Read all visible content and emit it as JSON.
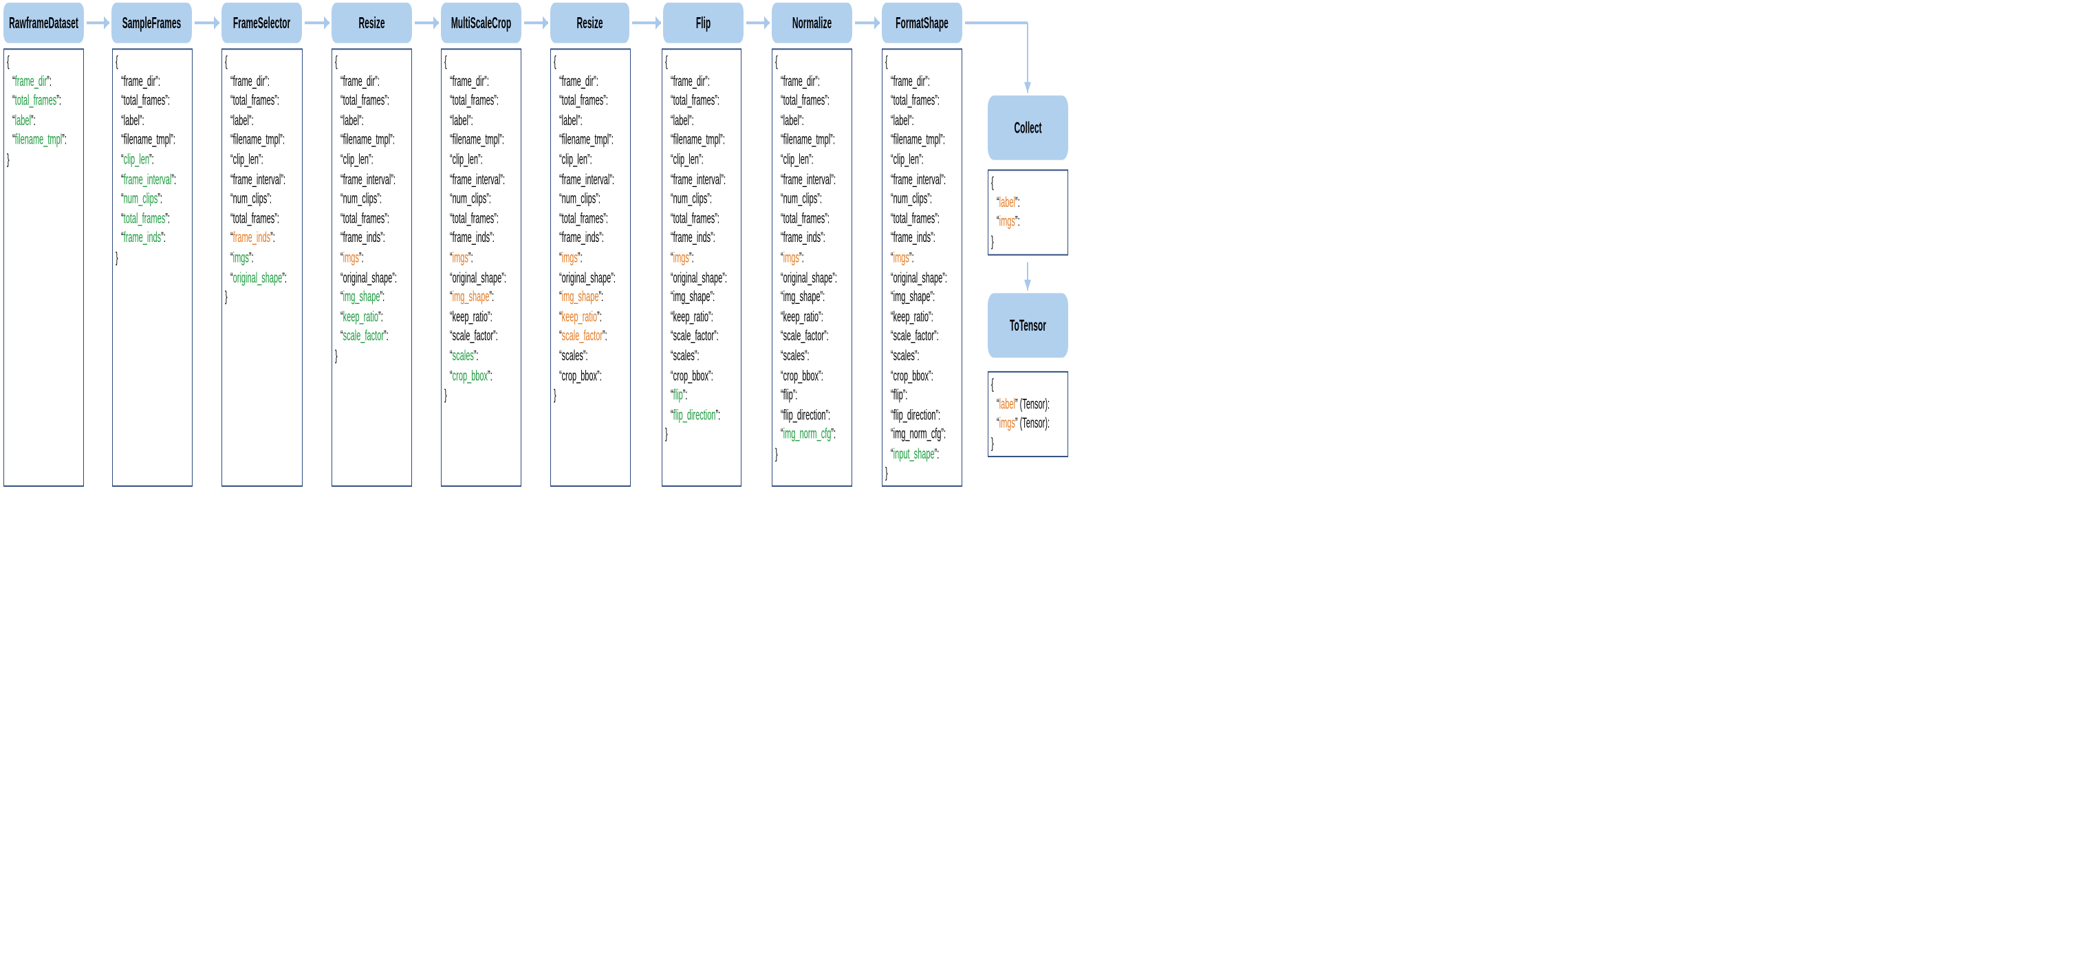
{
  "pipeline": [
    {
      "title": "RawframeDataset",
      "lines": [
        {
          "key": "frame_dir",
          "c": "g"
        },
        {
          "key": "total_frames",
          "c": "g"
        },
        {
          "key": "label",
          "c": "g"
        },
        {
          "key": "filename_tmpl",
          "c": "g"
        }
      ]
    },
    {
      "title": "SampleFrames",
      "lines": [
        {
          "key": "frame_dir",
          "c": "k"
        },
        {
          "key": "total_frames",
          "c": "k"
        },
        {
          "key": "label",
          "c": "k"
        },
        {
          "key": "filename_tmpl",
          "c": "k"
        },
        {
          "key": "clip_len",
          "c": "g"
        },
        {
          "key": "frame_interval",
          "c": "g"
        },
        {
          "key": "num_clips",
          "c": "g"
        },
        {
          "key": "total_frames",
          "c": "g"
        },
        {
          "key": "frame_inds",
          "c": "g"
        }
      ]
    },
    {
      "title": "FrameSelector",
      "lines": [
        {
          "key": "frame_dir",
          "c": "k"
        },
        {
          "key": "total_frames",
          "c": "k"
        },
        {
          "key": "label",
          "c": "k"
        },
        {
          "key": "filename_tmpl",
          "c": "k"
        },
        {
          "key": "clip_len",
          "c": "k"
        },
        {
          "key": "frame_interval",
          "c": "k"
        },
        {
          "key": "num_clips",
          "c": "k"
        },
        {
          "key": "total_frames",
          "c": "k"
        },
        {
          "key": "frame_inds",
          "c": "o"
        },
        {
          "key": "imgs",
          "c": "g"
        },
        {
          "key": "original_shape",
          "c": "g"
        }
      ]
    },
    {
      "title": "Resize",
      "lines": [
        {
          "key": "frame_dir",
          "c": "k"
        },
        {
          "key": "total_frames",
          "c": "k"
        },
        {
          "key": "label",
          "c": "k"
        },
        {
          "key": "filename_tmpl",
          "c": "k"
        },
        {
          "key": "clip_len",
          "c": "k"
        },
        {
          "key": "frame_interval",
          "c": "k"
        },
        {
          "key": "num_clips",
          "c": "k"
        },
        {
          "key": "total_frames",
          "c": "k"
        },
        {
          "key": "frame_inds",
          "c": "k"
        },
        {
          "key": "imgs",
          "c": "o"
        },
        {
          "key": "original_shape",
          "c": "k"
        },
        {
          "key": "img_shape",
          "c": "g"
        },
        {
          "key": "keep_ratio",
          "c": "g"
        },
        {
          "key": "scale_factor",
          "c": "g"
        }
      ]
    },
    {
      "title": "MultiScaleCrop",
      "lines": [
        {
          "key": "frame_dir",
          "c": "k"
        },
        {
          "key": "total_frames",
          "c": "k"
        },
        {
          "key": "label",
          "c": "k"
        },
        {
          "key": "filename_tmpl",
          "c": "k"
        },
        {
          "key": "clip_len",
          "c": "k"
        },
        {
          "key": "frame_interval",
          "c": "k"
        },
        {
          "key": "num_clips",
          "c": "k"
        },
        {
          "key": "total_frames",
          "c": "k"
        },
        {
          "key": "frame_inds",
          "c": "k"
        },
        {
          "key": "imgs",
          "c": "o"
        },
        {
          "key": "original_shape",
          "c": "k"
        },
        {
          "key": "img_shape",
          "c": "o"
        },
        {
          "key": "keep_ratio",
          "c": "k"
        },
        {
          "key": "scale_factor",
          "c": "k"
        },
        {
          "key": "scales",
          "c": "g"
        },
        {
          "key": "crop_bbox",
          "c": "g"
        }
      ]
    },
    {
      "title": "Resize",
      "lines": [
        {
          "key": "frame_dir",
          "c": "k"
        },
        {
          "key": "total_frames",
          "c": "k"
        },
        {
          "key": "label",
          "c": "k"
        },
        {
          "key": "filename_tmpl",
          "c": "k"
        },
        {
          "key": "clip_len",
          "c": "k"
        },
        {
          "key": "frame_interval",
          "c": "k"
        },
        {
          "key": "num_clips",
          "c": "k"
        },
        {
          "key": "total_frames",
          "c": "k"
        },
        {
          "key": "frame_inds",
          "c": "k"
        },
        {
          "key": "imgs",
          "c": "o"
        },
        {
          "key": "original_shape",
          "c": "k"
        },
        {
          "key": "img_shape",
          "c": "o"
        },
        {
          "key": "keep_ratio",
          "c": "o"
        },
        {
          "key": "scale_factor",
          "c": "o"
        },
        {
          "key": "scales",
          "c": "k"
        },
        {
          "key": "crop_bbox",
          "c": "k"
        }
      ]
    },
    {
      "title": "Flip",
      "lines": [
        {
          "key": "frame_dir",
          "c": "k"
        },
        {
          "key": "total_frames",
          "c": "k"
        },
        {
          "key": "label",
          "c": "k"
        },
        {
          "key": "filename_tmpl",
          "c": "k"
        },
        {
          "key": "clip_len",
          "c": "k"
        },
        {
          "key": "frame_interval",
          "c": "k"
        },
        {
          "key": "num_clips",
          "c": "k"
        },
        {
          "key": "total_frames",
          "c": "k"
        },
        {
          "key": "frame_inds",
          "c": "k"
        },
        {
          "key": "imgs",
          "c": "o"
        },
        {
          "key": "original_shape",
          "c": "k"
        },
        {
          "key": "img_shape",
          "c": "k"
        },
        {
          "key": "keep_ratio",
          "c": "k"
        },
        {
          "key": "scale_factor",
          "c": "k"
        },
        {
          "key": "scales",
          "c": "k"
        },
        {
          "key": "crop_bbox",
          "c": "k"
        },
        {
          "key": "flip",
          "c": "g"
        },
        {
          "key": "flip_direction",
          "c": "g"
        }
      ]
    },
    {
      "title": "Normalize",
      "lines": [
        {
          "key": "frame_dir",
          "c": "k"
        },
        {
          "key": "total_frames",
          "c": "k"
        },
        {
          "key": "label",
          "c": "k"
        },
        {
          "key": "filename_tmpl",
          "c": "k"
        },
        {
          "key": "clip_len",
          "c": "k"
        },
        {
          "key": "frame_interval",
          "c": "k"
        },
        {
          "key": "num_clips",
          "c": "k"
        },
        {
          "key": "total_frames",
          "c": "k"
        },
        {
          "key": "frame_inds",
          "c": "k"
        },
        {
          "key": "imgs",
          "c": "o"
        },
        {
          "key": "original_shape",
          "c": "k"
        },
        {
          "key": "img_shape",
          "c": "k"
        },
        {
          "key": "keep_ratio",
          "c": "k"
        },
        {
          "key": "scale_factor",
          "c": "k"
        },
        {
          "key": "scales",
          "c": "k"
        },
        {
          "key": "crop_bbox",
          "c": "k"
        },
        {
          "key": "flip",
          "c": "k"
        },
        {
          "key": "flip_direction",
          "c": "k"
        },
        {
          "key": "img_norm_cfg",
          "c": "g"
        }
      ]
    },
    {
      "title": "FormatShape",
      "lines": [
        {
          "key": "frame_dir",
          "c": "k"
        },
        {
          "key": "total_frames",
          "c": "k"
        },
        {
          "key": "label",
          "c": "k"
        },
        {
          "key": "filename_tmpl",
          "c": "k"
        },
        {
          "key": "clip_len",
          "c": "k"
        },
        {
          "key": "frame_interval",
          "c": "k"
        },
        {
          "key": "num_clips",
          "c": "k"
        },
        {
          "key": "total_frames",
          "c": "k"
        },
        {
          "key": "frame_inds",
          "c": "k"
        },
        {
          "key": "imgs",
          "c": "o"
        },
        {
          "key": "original_shape",
          "c": "k"
        },
        {
          "key": "img_shape",
          "c": "k"
        },
        {
          "key": "keep_ratio",
          "c": "k"
        },
        {
          "key": "scale_factor",
          "c": "k"
        },
        {
          "key": "scales",
          "c": "k"
        },
        {
          "key": "crop_bbox",
          "c": "k"
        },
        {
          "key": "flip",
          "c": "k"
        },
        {
          "key": "flip_direction",
          "c": "k"
        },
        {
          "key": "img_norm_cfg",
          "c": "k"
        },
        {
          "key": "input_shape",
          "c": "g"
        }
      ]
    }
  ],
  "collect": {
    "title": "Collect",
    "lines": [
      {
        "key": "label",
        "c": "o"
      },
      {
        "key": "imgs",
        "c": "o"
      }
    ]
  },
  "totensor": {
    "title": "ToTensor",
    "lines": [
      {
        "key": "label",
        "c": "o",
        "suffix": " (Tensor)"
      },
      {
        "key": "imgs",
        "c": "o",
        "suffix": " (Tensor)"
      }
    ]
  },
  "colors": {
    "green": "#1a9a3d",
    "orange": "#e27a21",
    "header_fill": "#b1d0ee",
    "box_border": "#2e4a7e",
    "arrow": "#a9c8ea"
  }
}
